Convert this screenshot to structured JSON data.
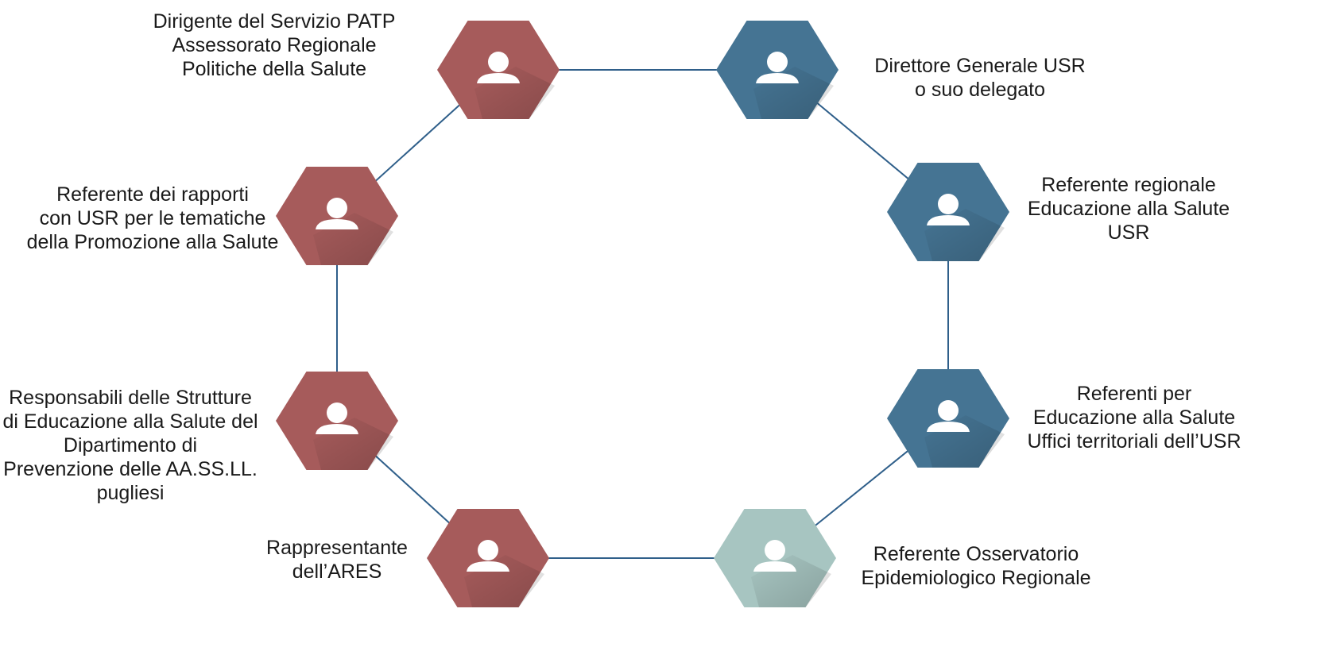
{
  "colors": {
    "red": "#a65b5b",
    "blue": "#457493",
    "light": "#a7c5c1",
    "line": "#2f5f8a",
    "icon": "#ffffff"
  },
  "nodes": [
    {
      "id": "dirigente-patp",
      "color": "red",
      "icon": "person-icon",
      "label": [
        "Dirigente del Servizio PATP",
        "Assessorato Regionale",
        "Politiche della Salute"
      ]
    },
    {
      "id": "direttore-usr",
      "color": "blue",
      "icon": "person-icon",
      "label": [
        "Direttore Generale USR",
        "o suo delegato"
      ]
    },
    {
      "id": "referente-regionale-usr",
      "color": "blue",
      "icon": "person-icon",
      "label": [
        "Referente regionale",
        "Educazione alla Salute",
        "USR"
      ]
    },
    {
      "id": "referenti-uffici-territoriali",
      "color": "blue",
      "icon": "person-icon",
      "label": [
        "Referenti per",
        "Educazione alla Salute",
        "Uffici territoriali dell’USR"
      ]
    },
    {
      "id": "referente-osservatorio",
      "color": "light",
      "icon": "person-icon",
      "label": [
        "Referente Osservatorio",
        "Epidemiologico Regionale"
      ]
    },
    {
      "id": "rappresentante-ares",
      "color": "red",
      "icon": "person-icon",
      "label": [
        "Rappresentante",
        "dell’ARES"
      ]
    },
    {
      "id": "responsabili-strutture",
      "color": "red",
      "icon": "person-icon",
      "label": [
        "Responsabili delle Strutture",
        "di Educazione alla Salute del",
        "Dipartimento di",
        "Prevenzione delle AA.SS.LL.",
        "pugliesi"
      ]
    },
    {
      "id": "referente-rapporti-usr",
      "color": "red",
      "icon": "person-icon",
      "label": [
        "Referente dei rapporti",
        "con USR per le tematiche",
        "della Promozione alla Salute"
      ]
    }
  ]
}
